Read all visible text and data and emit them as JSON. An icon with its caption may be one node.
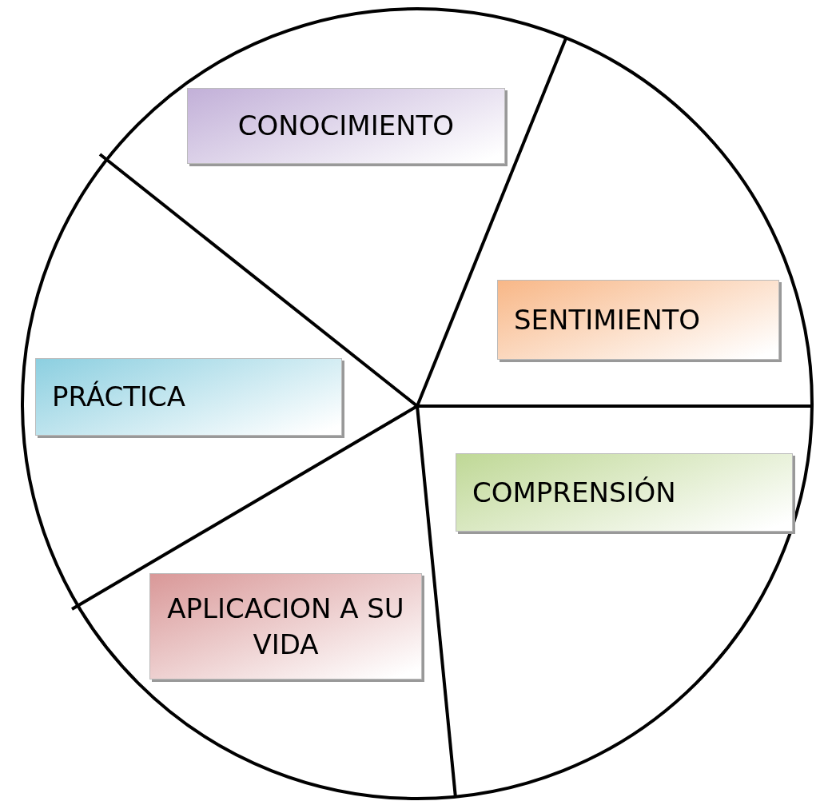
{
  "diagram": {
    "nodes": [
      {
        "text": [
          "CONOCIMIENTO"
        ]
      },
      {
        "text": [
          "SENTIMIENTO"
        ]
      },
      {
        "text": [
          "PRÁCTICA"
        ]
      },
      {
        "text": [
          "COMPRENSIÓN"
        ]
      },
      {
        "text": [
          "APLICACION A SU VIDA"
        ]
      }
    ]
  }
}
